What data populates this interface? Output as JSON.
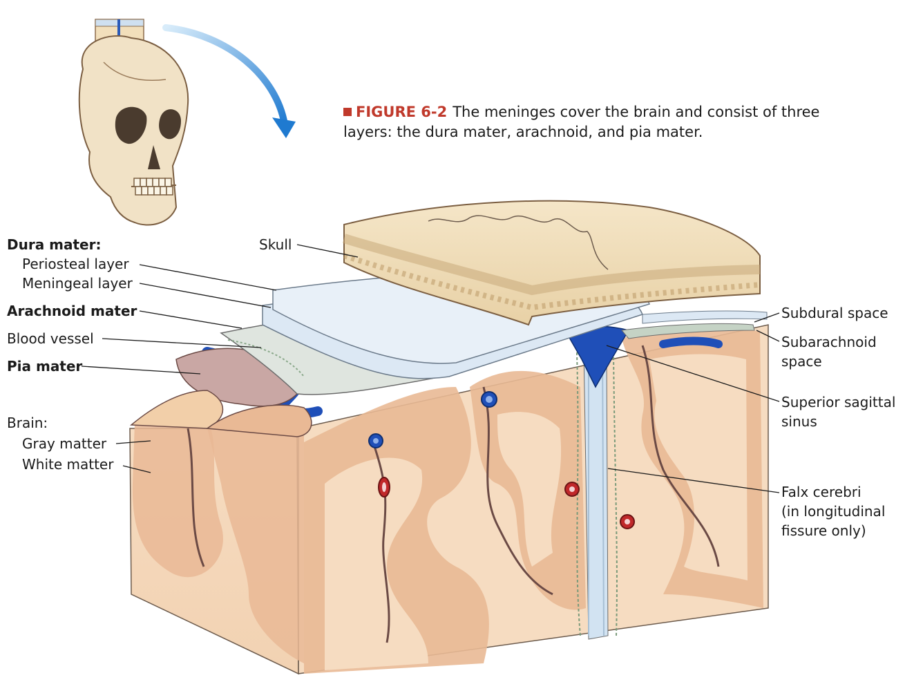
{
  "caption": {
    "figure": "FIGURE 6-2",
    "text": "The meninges cover the brain and consist of three layers: the dura mater, arachnoid, and pia mater."
  },
  "labels": {
    "dura_mater": "Dura mater:",
    "periosteal_layer": "Periosteal layer",
    "meningeal_layer": "Meningeal layer",
    "arachnoid_mater": "Arachnoid mater",
    "blood_vessel": "Blood vessel",
    "pia_mater": "Pia mater",
    "brain": "Brain:",
    "gray_matter": "Gray matter",
    "white_matter": "White matter",
    "skull": "Skull",
    "subdural_space": "Subdural space",
    "subarachnoid_line1": "Subarachnoid",
    "subarachnoid_line2": "space",
    "sss_line1": "Superior sagittal",
    "sss_line2": "sinus",
    "falx_line1": "Falx cerebri",
    "falx_line2": "(in longitudinal",
    "falx_line3": "fissure only)"
  },
  "colors": {
    "caption_accent": "#c0392b",
    "skull_bone": "#f1dfbd",
    "dura": "#dce8f4",
    "arachnoid": "#dfe5df",
    "pia": "#c9a7a4",
    "gray_matter": "#e9b995",
    "white_matter": "#f6dcc1",
    "vein": "#1f4fb8",
    "artery": "#c0282a",
    "arrow": "#3a8fd9"
  }
}
